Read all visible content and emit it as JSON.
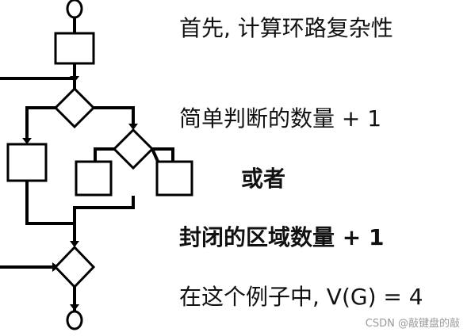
{
  "text_lines": {
    "line1": "首先, 计算环路复杂性",
    "line2": "简单判断的数量 + 1",
    "line3": "或者",
    "line4": "封闭的区域数量 + 1",
    "line5": "在这个例子中, V(G) = 4"
  },
  "watermark": "CSDN @敲键盘的敲"
}
